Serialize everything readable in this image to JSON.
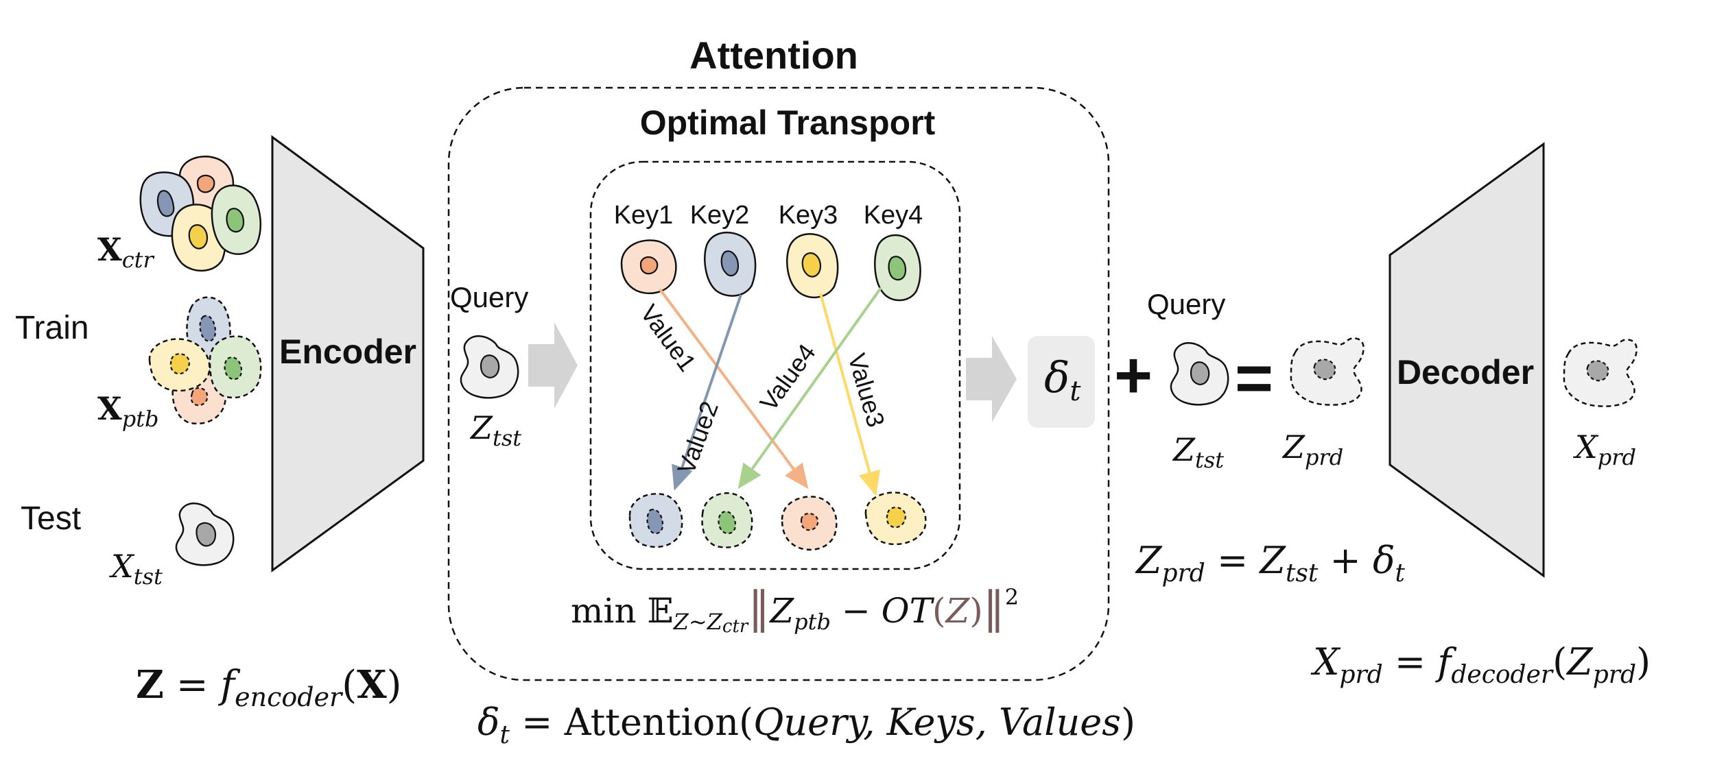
{
  "labels": {
    "train": "Train",
    "test": "Test",
    "x_ctr_base": "X",
    "x_ctr_sub": "ctr",
    "x_ptb_base": "X",
    "x_ptb_sub": "ptb",
    "x_tst_base": "X",
    "x_tst_sub": "tst",
    "encoder": "Encoder",
    "decoder": "Decoder",
    "attention": "Attention",
    "optimal_transport": "Optimal Transport",
    "query_left": "Query",
    "query_right": "Query",
    "z_tst_left_base": "Z",
    "z_tst_left_sub": "tst",
    "z_tst_right_base": "Z",
    "z_tst_right_sub": "tst",
    "z_prd_base": "Z",
    "z_prd_sub": "prd",
    "x_prd_base": "X",
    "x_prd_sub": "prd",
    "delta_base": "δ",
    "delta_sub": "t",
    "plus": "+",
    "equals": "="
  },
  "keys": [
    "Key1",
    "Key2",
    "Key3",
    "Key4"
  ],
  "values": [
    "Value1",
    "Value2",
    "Value3",
    "Value4"
  ],
  "equations": {
    "encoder_eq": {
      "lhs": "Z",
      "eq": " = ",
      "f": "f",
      "f_sub": "encoder",
      "arg_open": "(",
      "arg": "X",
      "arg_close": ")"
    },
    "ot_objective": {
      "min": "min ",
      "E": "𝔼",
      "E_sub": "Z~Z",
      "E_sub2": "ctr",
      "norm_open": "‖",
      "Z": "Z",
      "Z_sub": "ptb",
      "minus": " − ",
      "OT": "OT",
      "paren_open": "(",
      "Zarg": "Z",
      "paren_close": ")",
      "norm_close": "‖",
      "power": "2"
    },
    "attention_eq": {
      "delta": "δ",
      "delta_sub": "t",
      "eq": " = ",
      "fn": "Attention",
      "open": "(",
      "args": "Query, Keys, Values",
      "close": ")"
    },
    "zprd_eq": {
      "lhs": "Z",
      "lhs_sub": "prd",
      "eq": " = ",
      "Z": "Z",
      "Z_sub": "tst",
      "plus": " + ",
      "delta": "δ",
      "delta_sub": "t"
    },
    "decoder_eq": {
      "lhs": "X",
      "lhs_sub": "prd",
      "eq": " = ",
      "f": "f",
      "f_sub": "decoder",
      "open": "(",
      "arg": "Z",
      "arg_sub": "prd",
      "close": ")"
    }
  },
  "colors": {
    "orange_fill": "#fbe0d0",
    "orange_nuc": "#f2a679",
    "blue_fill": "#d3dbe6",
    "blue_nuc": "#8597b5",
    "yellow_fill": "#fdf0c4",
    "yellow_nuc": "#f5d04a",
    "green_fill": "#dcebd2",
    "green_nuc": "#8cc57a",
    "gray_fill": "#f1f1f1",
    "gray_nuc": "#a8a8a8",
    "trapezoid": "#e6e6e6",
    "arrow_gray": "#d4d4d4",
    "arrow_orange": "#f4b183",
    "arrow_blue": "#8497b0",
    "arrow_yellow": "#ffd966",
    "arrow_green": "#a9d18e",
    "delta_box": "#ececec"
  }
}
